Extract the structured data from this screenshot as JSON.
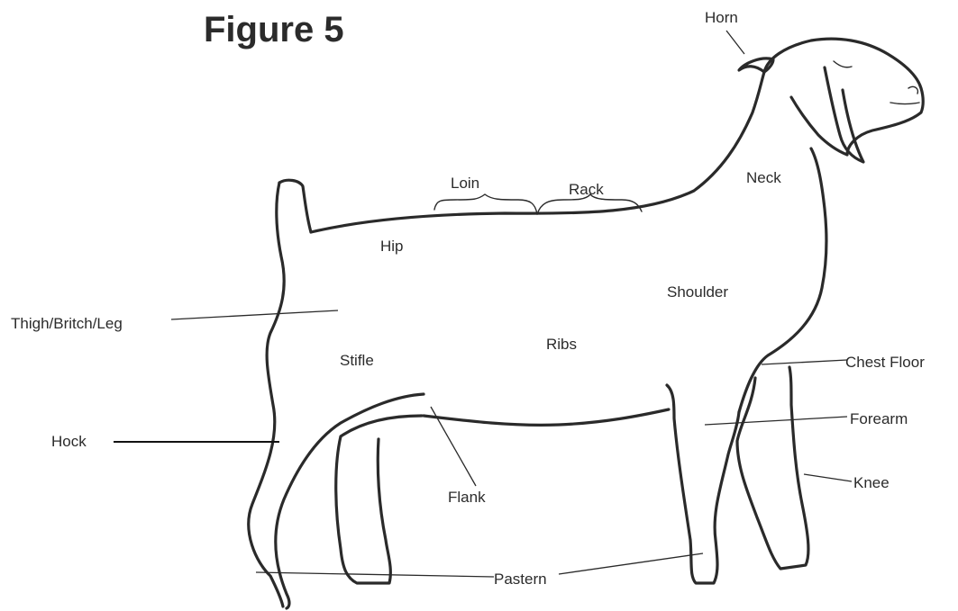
{
  "figure": {
    "title": "Figure 5",
    "labels": {
      "horn": "Horn",
      "neck": "Neck",
      "loin": "Loin",
      "rack": "Rack",
      "hip": "Hip",
      "shoulder": "Shoulder",
      "thigh": "Thigh/Britch/Leg",
      "ribs": "Ribs",
      "stifle": "Stifle",
      "chest_floor": "Chest Floor",
      "forearm": "Forearm",
      "hock": "Hock",
      "knee": "Knee",
      "flank": "Flank",
      "pastern": "Pastern"
    }
  }
}
